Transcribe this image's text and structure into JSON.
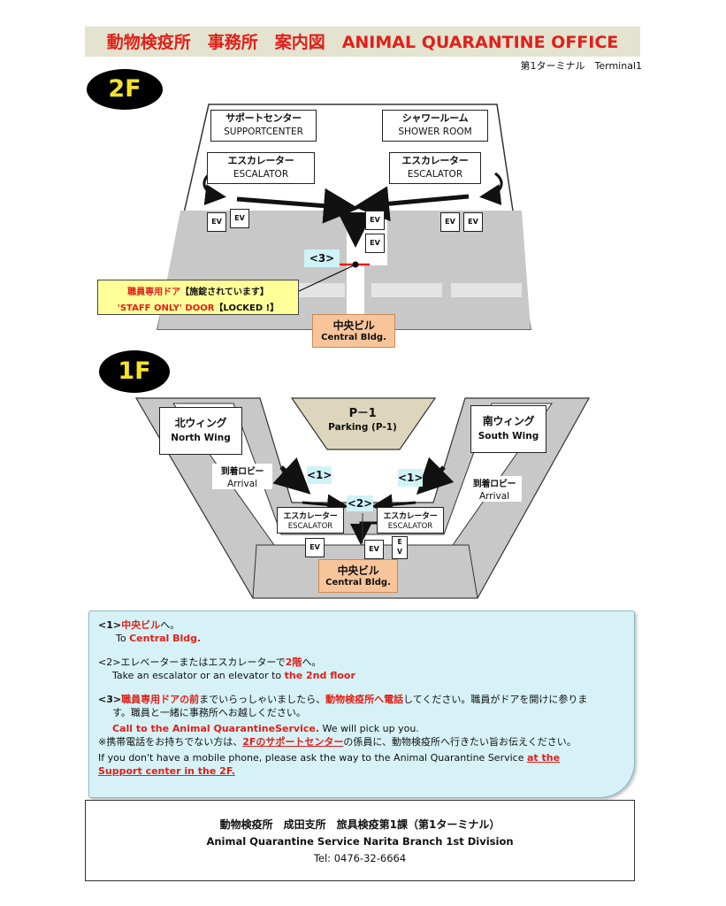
{
  "header": {
    "title": "動物検疫所　事務所　案内図　ANIMAL QUARANTINE OFFICE",
    "terminal": "第1ターミナル　Terminal1"
  },
  "floor2": {
    "badge": "2F",
    "support_jp": "サポートセンター",
    "support_en": "SUPPORTCENTER",
    "shower_jp": "シャワールーム",
    "shower_en": "SHOWER ROOM",
    "escalator_jp": "エスカレーター",
    "escalator_en": "ESCALATOR",
    "ev": "EV",
    "marker3": "<3>",
    "staff_door_jp_red": "職員専用ドア",
    "staff_door_jp_black": "【施錠されています】",
    "staff_door_en_red": "'STAFF ONLY' DOOR",
    "staff_door_en_black": "【LOCKED !】",
    "central_jp": "中央ビル",
    "central_en": "Central Bldg."
  },
  "floor1": {
    "badge": "1F",
    "parking_jp": "P－1",
    "parking_en": "Parking (P-1)",
    "north_jp": "北ウィング",
    "north_en": "North Wing",
    "south_jp": "南ウィング",
    "south_en": "South Wing",
    "arrival_jp": "到着ロビー",
    "arrival_en": "Arrival",
    "marker1": "<1>",
    "marker2": "<2>",
    "escalator_jp": "エスカレーター",
    "escalator_en": "ESCALATOR",
    "ev": "EV",
    "central_jp": "中央ビル",
    "central_en": "Central Bldg."
  },
  "instructions": {
    "s1_num": "<1>",
    "s1_jp_red": "中央ビル",
    "s1_jp_rest": "へ。",
    "s1_en_pre": "To ",
    "s1_en_red": "Central Bldg.",
    "s2_pre": "<2>エレベーターまたはエスカレーターで",
    "s2_red": "2階",
    "s2_post": "へ。",
    "s2_en_pre": "Take an escalator or  an elevator to ",
    "s2_en_red": "the 2nd floor",
    "s3_num": "<3>",
    "s3_red1": "職員専用ドアの前",
    "s3_mid": "までいらっしゃいましたら、",
    "s3_red2": "動物検疫所へ電話",
    "s3_rest1": "してください。職員がドアを開けに参りま",
    "s3_rest2": "す。職員と一緒に事務所へお越しください。",
    "s3_en_red": "Call to the Animal  QuarantineService.",
    "s3_en_rest": " We will pick up you.",
    "note_pre": "※携帯電話をお持ちでない方は、",
    "note_red": "2Fのサポートセンター",
    "note_post": "の係員に、動物検疫所へ行きたい旨お伝えください。",
    "note_en_pre": "If you don't have a mobile phone, please ask the way to the Animal Quarantine Service  ",
    "note_en_red1": "at the",
    "note_en_red2": "Support center in the 2F."
  },
  "contact": {
    "jp": "動物検疫所　成田支所　旅具検疫第1課（第1ターミナル）",
    "en": "Animal Quarantine Service Narita Branch 1st Division",
    "tel": "Tel: 0476-32-6664"
  },
  "colors": {
    "accent_red": "#e0201a",
    "badge_yellow": "#f5e32a",
    "marker_cyan": "#cff3f6",
    "central_orange": "#f8c49a",
    "floor_gray": "#c8c8c8",
    "info_bg": "#d6f2f6"
  }
}
